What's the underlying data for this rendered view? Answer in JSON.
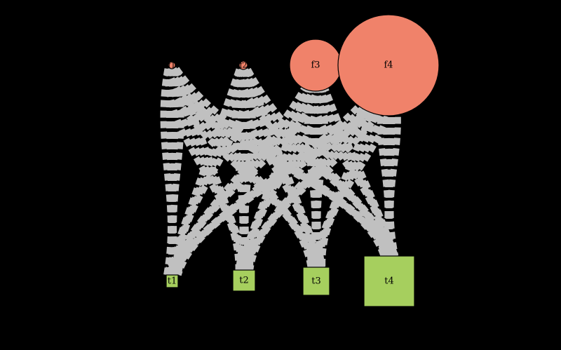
{
  "diagram": {
    "colors": {
      "background": "#000000",
      "edge": "#c0c0c0",
      "circle_fill": "#f0826a",
      "square_fill": "#a6cf5e",
      "outline": "#000000"
    },
    "circles": [
      {
        "id": "f1",
        "label": "f1"
      },
      {
        "id": "f2",
        "label": "f2"
      },
      {
        "id": "f3",
        "label": "f3"
      },
      {
        "id": "f4",
        "label": "f4"
      }
    ],
    "squares": [
      {
        "id": "t1",
        "label": "t1"
      },
      {
        "id": "t2",
        "label": "t2"
      },
      {
        "id": "t3",
        "label": "t3"
      },
      {
        "id": "t4",
        "label": "t4"
      }
    ]
  }
}
